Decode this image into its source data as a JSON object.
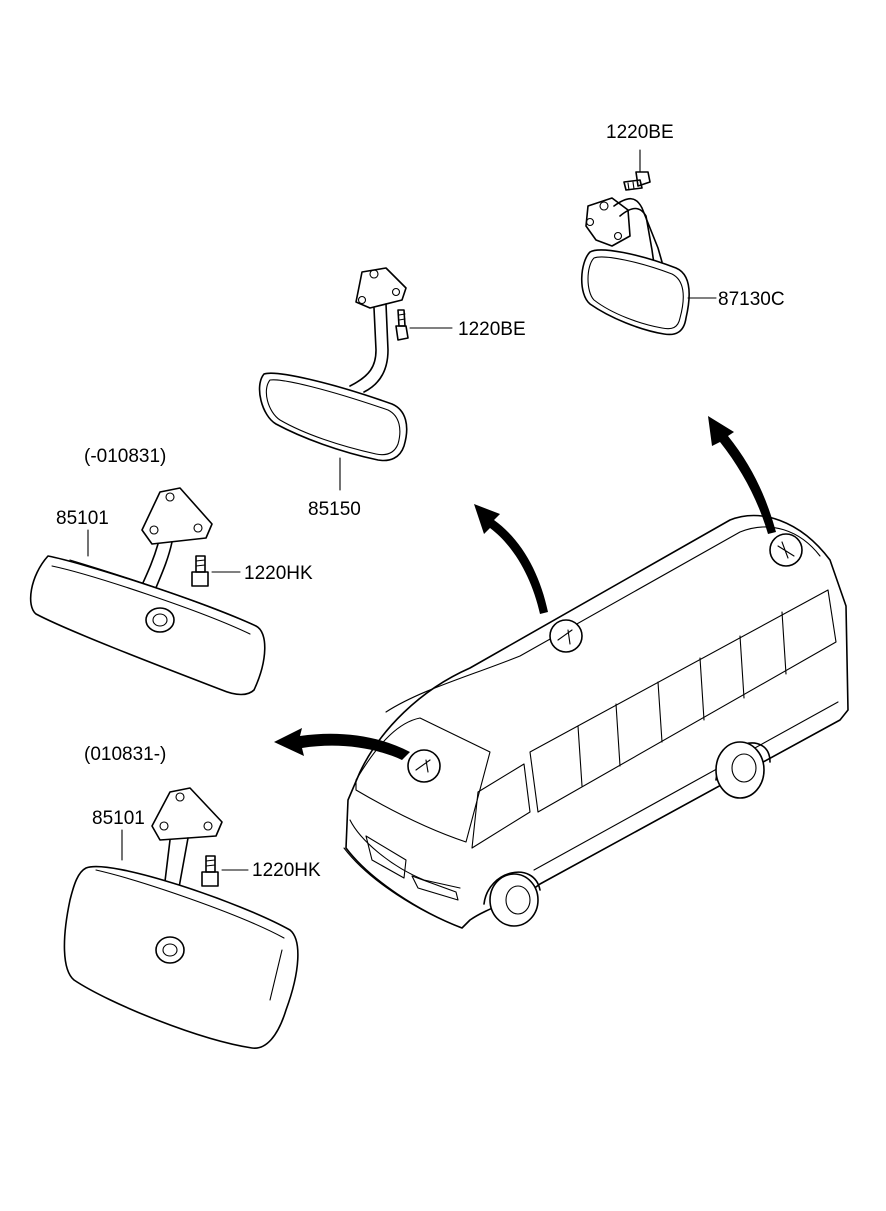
{
  "labels": {
    "bolt_top": "1220BE",
    "mirror_87130c": "87130C",
    "bolt_mid": "1220BE",
    "mirror_85150": "85150",
    "range_old": "(-010831)",
    "mirror_85101_old": "85101",
    "bolt_old": "1220HK",
    "range_new": "(010831-)",
    "mirror_85101_new": "85101",
    "bolt_new": "1220HK"
  },
  "icons": [
    "mirror-87130c-icon",
    "mirror-85150-icon",
    "mirror-85101-old-icon",
    "mirror-85101-new-icon",
    "bolt-icon",
    "bus-icon",
    "arrow-icon"
  ]
}
